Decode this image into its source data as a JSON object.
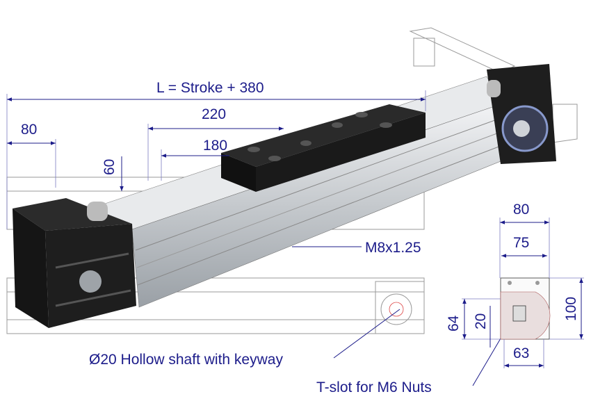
{
  "drawing": {
    "labels": {
      "length": "L = Stroke + 380",
      "carriage_length": "220",
      "hole_spacing": "180",
      "end_offset": "80",
      "height_offset": "60",
      "thread": "M8x1.25",
      "shaft": "Ø20 Hollow shaft with keyway",
      "tslot": "T-slot for M6 Nuts"
    },
    "end_view": {
      "width_outer": "80",
      "width_inner": "75",
      "height": "100",
      "shaft_height": "64",
      "slot_height": "20",
      "slot_width": "63"
    },
    "colors": {
      "dimension": "#1c1c8a",
      "body": "#c8ccd0",
      "caps": "#1e1e1e"
    }
  }
}
